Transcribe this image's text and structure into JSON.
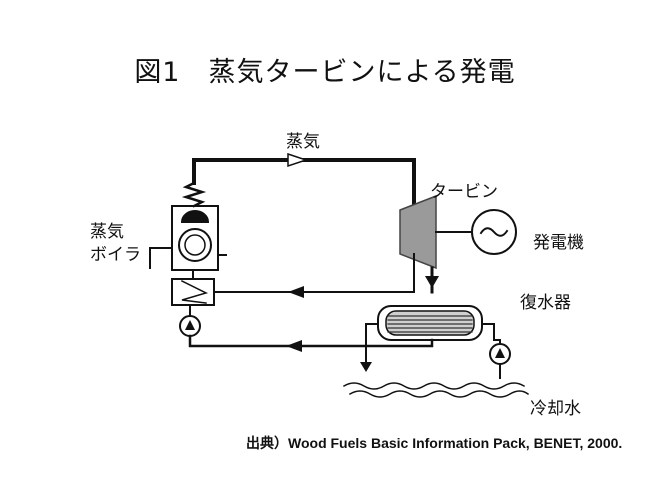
{
  "title": "図1　蒸気タービンによる発電",
  "labels": {
    "steam": "蒸気",
    "turbine": "タービン",
    "generator": "発電機",
    "boiler_line1": "蒸気",
    "boiler_line2": "ボイラ",
    "condenser": "復水器",
    "cooling_water": "冷却水"
  },
  "source": "出典）Wood Fuels Basic Information Pack, BENET, 2000."
}
